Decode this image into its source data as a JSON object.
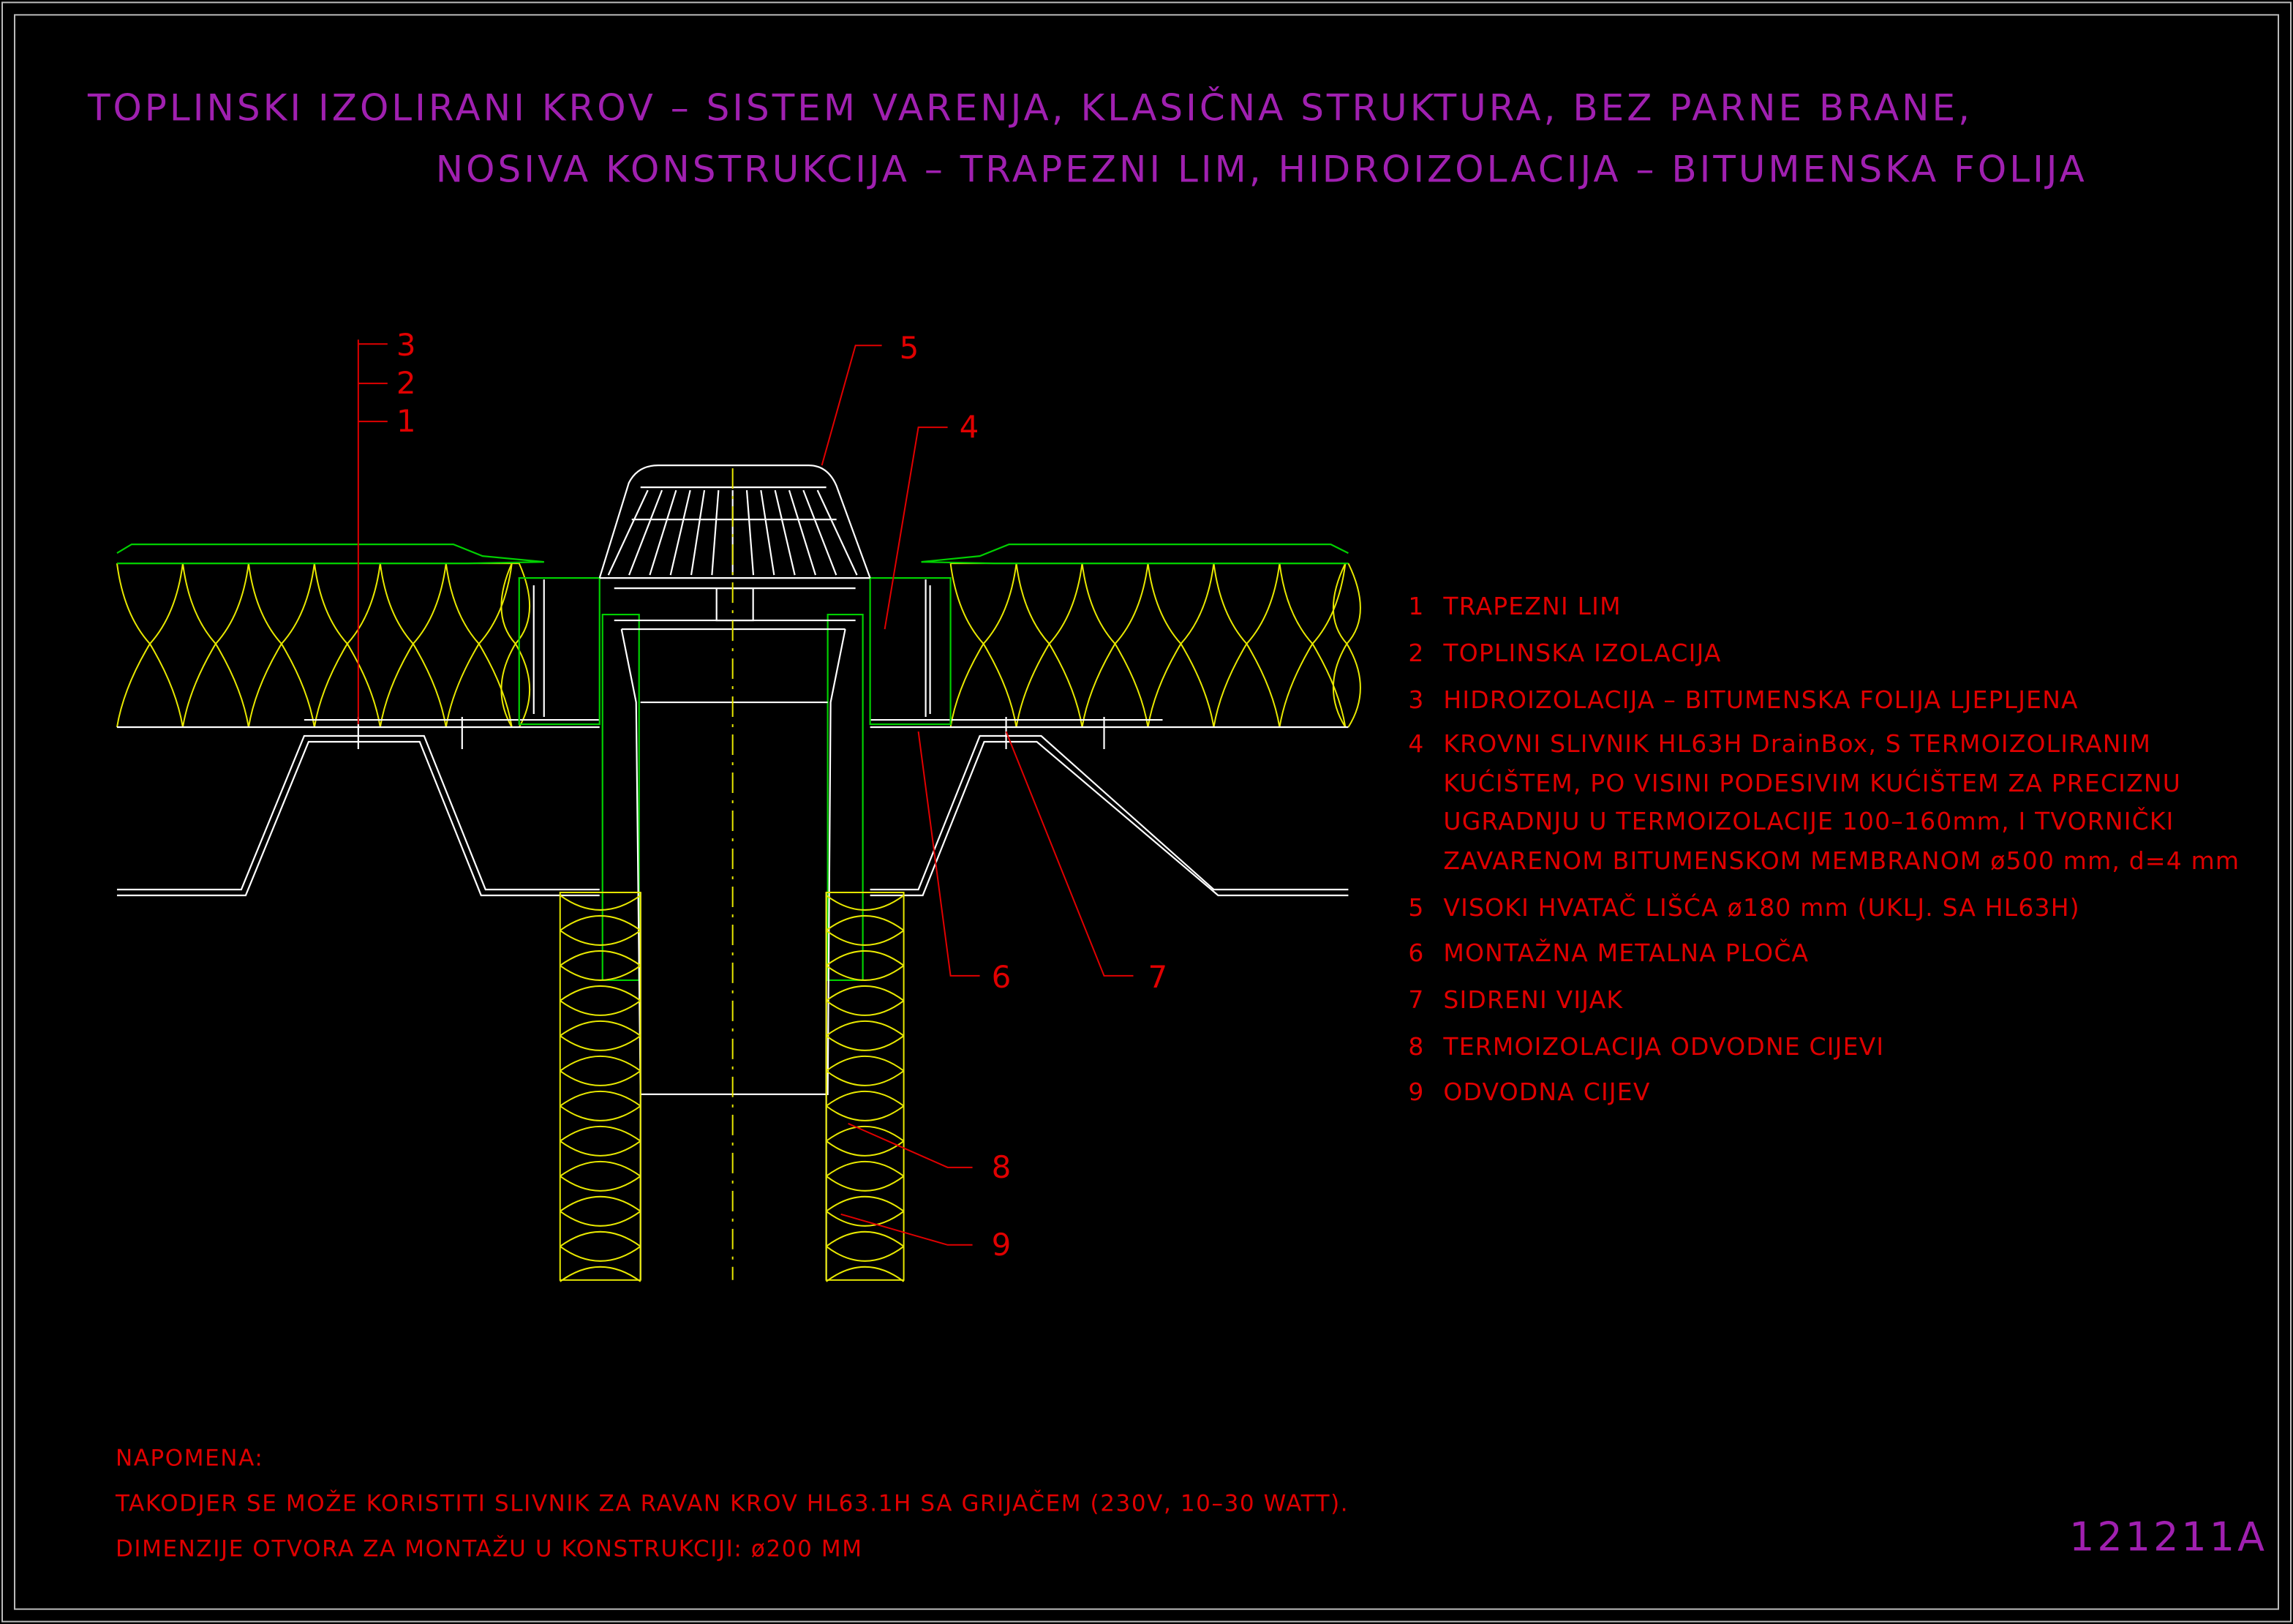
{
  "title": {
    "line1": "TOPLINSKI IZOLIRANI KROV – SISTEM VARENJA, KLASIČNA STRUKTURA, BEZ PARNE BRANE,",
    "line2": "NOSIVA KONSTRUKCIJA – TRAPEZNI LIM, HIDROIZOLACIJA – BITUMENSKA FOLIJA"
  },
  "callouts": [
    "1",
    "2",
    "3",
    "4",
    "5",
    "6",
    "7",
    "8",
    "9"
  ],
  "legend": [
    {
      "num": "1",
      "lines": [
        "TRAPEZNI LIM"
      ]
    },
    {
      "num": "2",
      "lines": [
        "TOPLINSKA IZOLACIJA"
      ]
    },
    {
      "num": "3",
      "lines": [
        "HIDROIZOLACIJA – BITUMENSKA FOLIJA LJEPLJENA"
      ]
    },
    {
      "num": "4",
      "lines": [
        "KROVNI SLIVNIK HL63H DrainBox, S TERMOIZOLIRANIM",
        "KUĆIŠTEM, PO VISINI PODESIVIM KUĆIŠTEM ZA PRECIZNU",
        "UGRADNJU U TERMOIZOLACIJE 100–160mm, I TVORNIČKI",
        "ZAVARENOM BITUMENSKOM MEMBRANOM ø500 mm, d=4 mm"
      ]
    },
    {
      "num": "5",
      "lines": [
        "VISOKI HVATAČ LIŠĆA ø180 mm (UKLJ. SA HL63H)"
      ]
    },
    {
      "num": "6",
      "lines": [
        "MONTAŽNA METALNA PLOČA"
      ]
    },
    {
      "num": "7",
      "lines": [
        "SIDRENI VIJAK"
      ]
    },
    {
      "num": "8",
      "lines": [
        "TERMOIZOLACIJA ODVODNE CIJEVI"
      ]
    },
    {
      "num": "9",
      "lines": [
        "ODVODNA CIJEV"
      ]
    }
  ],
  "notes": {
    "heading": "NAPOMENA:",
    "line1": "TAKODJER SE MOŽE KORISTITI SLIVNIK ZA RAVAN KROV HL63.1H SA GRIJAČEM (230V, 10–30 WATT).",
    "line2": "DIMENZIJE OTVORA ZA MONTAŽU U KONSTRUKCIJI: ø200 MM"
  },
  "drawing_code": "121211A",
  "colors": {
    "background": "#000000",
    "title": "#a020b0",
    "annotation": "#e00000",
    "outline": "#ffffff",
    "membrane": "#00d000",
    "insulation": "#e8e800"
  }
}
